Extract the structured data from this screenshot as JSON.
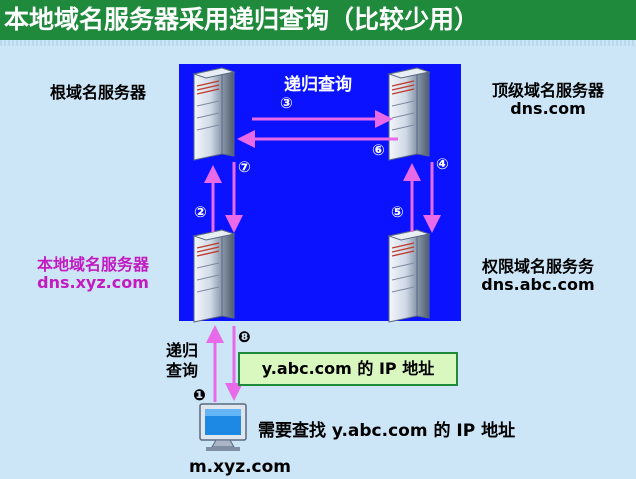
{
  "title": "本地域名服务器采用递归查询（比较少用）",
  "servers": {
    "root": {
      "name": "根域名服务器"
    },
    "tld": {
      "name": "顶级域名服务器",
      "domain": "dns.com"
    },
    "local": {
      "name": "本地域名服务器",
      "domain": "dns.xyz.com"
    },
    "authoritative": {
      "name": "权限域名服务务",
      "domain": "dns.abc.com"
    }
  },
  "recursive_label": "递归查询",
  "host": {
    "name": "m.xyz.com",
    "query_text": "需要查找 y.abc.com 的 IP 地址",
    "query_label_line1": "递归",
    "query_label_line2": "查询"
  },
  "answer_text": "y.abc.com 的 IP 地址",
  "steps": {
    "s1": "❶",
    "s2": "②",
    "s3": "③",
    "s4": "④",
    "s5": "⑤",
    "s6": "⑥",
    "s7": "⑦",
    "s8": "❽"
  },
  "colors": {
    "title_bg": "#1f8a3c",
    "panel": "#0a12ff",
    "arrow": "#e86ae8",
    "local_label": "#c21bc2",
    "answer_bg": "#d9f8c0"
  }
}
